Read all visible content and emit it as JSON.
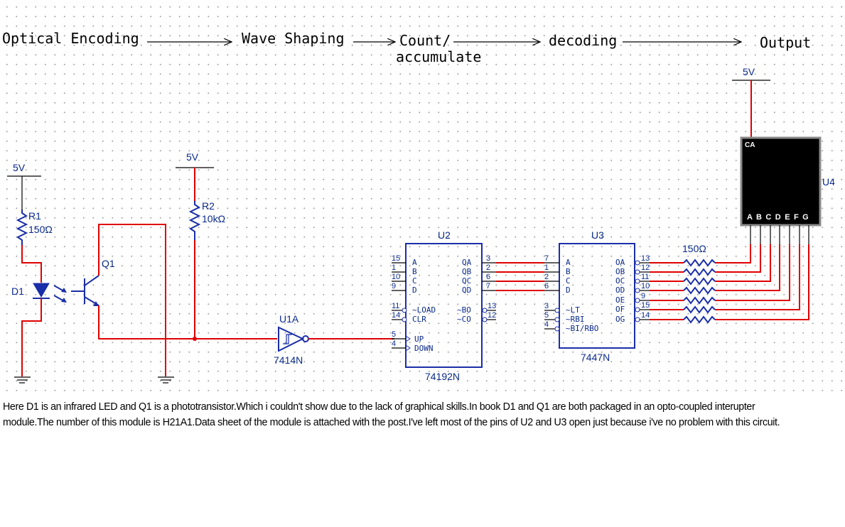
{
  "stages": [
    "Optical Encoding",
    "Wave Shaping",
    "Count/",
    "accumulate",
    "decoding",
    "Output"
  ],
  "supply": {
    "label": "5V"
  },
  "components": {
    "r1": {
      "ref": "R1",
      "value": "150Ω"
    },
    "d1": {
      "ref": "D1"
    },
    "q1": {
      "ref": "Q1"
    },
    "r2": {
      "ref": "R2",
      "value": "10kΩ"
    },
    "u1a": {
      "ref": "U1A",
      "part": "7414N"
    },
    "u2": {
      "ref": "U2",
      "part": "74192N",
      "left_pins": [
        {
          "num": "15",
          "name": "A"
        },
        {
          "num": "1",
          "name": "B"
        },
        {
          "num": "10",
          "name": "C"
        },
        {
          "num": "9",
          "name": "D"
        },
        {
          "num": "11",
          "name": "~LOAD"
        },
        {
          "num": "14",
          "name": "CLR"
        },
        {
          "num": "5",
          "name": "UP"
        },
        {
          "num": "4",
          "name": "DOWN"
        }
      ],
      "right_pins": [
        {
          "num": "3",
          "name": "QA"
        },
        {
          "num": "2",
          "name": "QB"
        },
        {
          "num": "6",
          "name": "QC"
        },
        {
          "num": "7",
          "name": "QD"
        },
        {
          "num": "13",
          "name": "~BO"
        },
        {
          "num": "12",
          "name": "~CO"
        }
      ]
    },
    "u3": {
      "ref": "U3",
      "part": "7447N",
      "left_pins": [
        {
          "num": "7",
          "name": "A"
        },
        {
          "num": "1",
          "name": "B"
        },
        {
          "num": "2",
          "name": "C"
        },
        {
          "num": "6",
          "name": "D"
        },
        {
          "num": "3",
          "name": "~LT"
        },
        {
          "num": "5",
          "name": "~RBI"
        },
        {
          "num": "4",
          "name": "~BI/RBO"
        }
      ],
      "right_pins": [
        {
          "num": "13",
          "name": "OA"
        },
        {
          "num": "12",
          "name": "OB"
        },
        {
          "num": "11",
          "name": "OC"
        },
        {
          "num": "10",
          "name": "OD"
        },
        {
          "num": "9",
          "name": "OE"
        },
        {
          "num": "15",
          "name": "OF"
        },
        {
          "num": "14",
          "name": "OG"
        }
      ]
    },
    "resistor_array": {
      "value": "150Ω"
    },
    "u4": {
      "ref": "U4",
      "common": "CA",
      "segments": "A B C D E F G"
    }
  },
  "caption": "Here D1 is an infrared LED and Q1 is a phototransistor.Which i couldn't show due to the lack of graphical skills.In book D1 and Q1 are both packaged in an opto-coupled interupter module.The number of this module is H21A1.Data sheet of the module is attached with the post.I've left most of the pins of U2 and U3 open just because i've no problem with this circuit.",
  "colors": {
    "wire": "#e00000",
    "component": "#1a2ea8",
    "label": "#0a2a8a"
  }
}
